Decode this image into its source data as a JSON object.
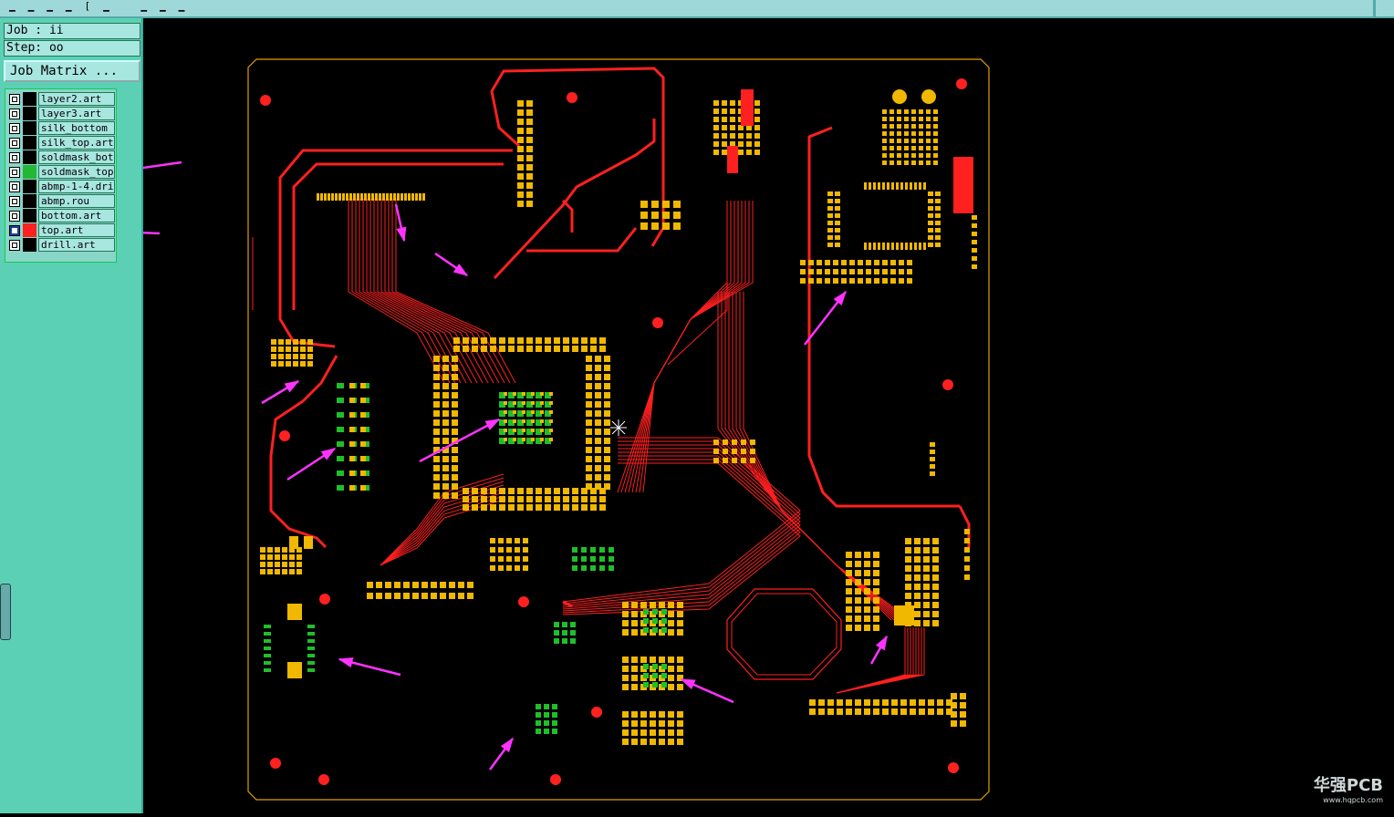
{
  "job_info": {
    "job_label": "Job : ii",
    "step_label": "Step: oo"
  },
  "job_matrix_button": "Job Matrix ...",
  "layers": [
    {
      "name": "layer2.art",
      "color": "#000000",
      "selected": false
    },
    {
      "name": "layer3.art",
      "color": "#000000",
      "selected": false
    },
    {
      "name": "silk_bottom",
      "color": "#000000",
      "selected": false
    },
    {
      "name": "silk_top.art",
      "color": "#000000",
      "selected": false
    },
    {
      "name": "soldmask_bot",
      "color": "#000000",
      "selected": false
    },
    {
      "name": "soldmask_top",
      "color": "#22b833",
      "selected": false
    },
    {
      "name": "abmp-1-4.dri",
      "color": "#000000",
      "selected": false
    },
    {
      "name": "abmp.rou",
      "color": "#000000",
      "selected": false
    },
    {
      "name": "bottom.art",
      "color": "#000000",
      "selected": false
    },
    {
      "name": "top.art",
      "color": "#ff2020",
      "selected": true
    },
    {
      "name": "drill.art",
      "color": "#000000",
      "selected": false
    }
  ],
  "watermark": {
    "text": "华强PCB",
    "url": "www.hqpcb.com"
  },
  "colors": {
    "trace": "#ff2020",
    "pad": "#f0b800",
    "mask": "#1fbf2a",
    "arrow": "#ff33ff",
    "outline": "#e0a000"
  }
}
